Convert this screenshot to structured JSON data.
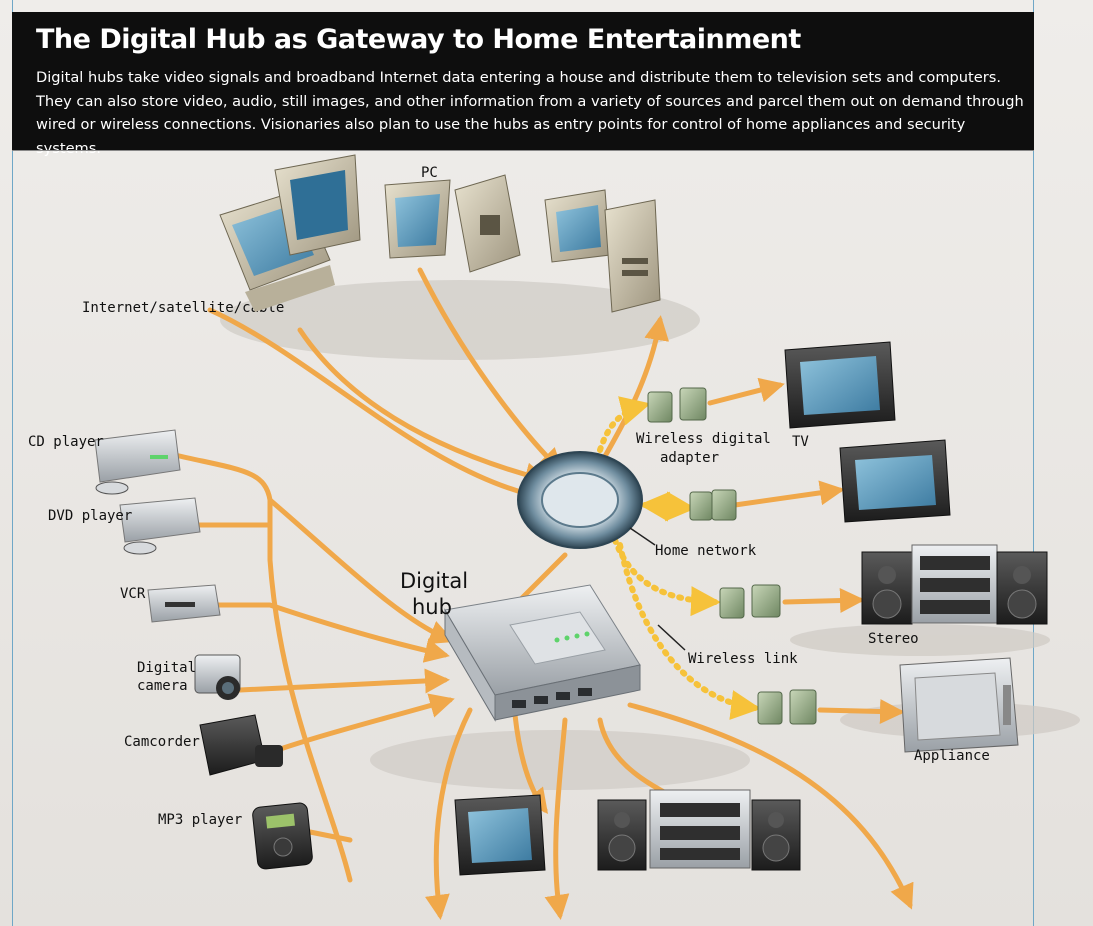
{
  "header": {
    "title": "The Digital Hub  as Gateway to Home Entertainment",
    "caption": "Digital hubs take video signals and broadband Internet data entering a house and distribute them to television sets and computers. They can also store video, audio, still images, and other information from a variety of sources and parcel them out on demand through wired or wireless connections. Visionaries also plan to use the hubs as entry points for control of home appliances and security systems."
  },
  "labels": {
    "pc": "PC",
    "internet": "Internet/satellite/cable",
    "cd_player": "CD player",
    "dvd_player": "DVD player",
    "vcr": "VCR",
    "digital_camera_1": "Digital",
    "digital_camera_2": "camera",
    "camcorder": "Camcorder",
    "mp3_player": "MP3 player",
    "hub_1": "Digital",
    "hub_2": "hub",
    "home_network": "Home network",
    "wireless_adapter_1": "Wireless digital",
    "wireless_adapter_2": "adapter",
    "tv": "TV",
    "stereo": "Stereo",
    "wireless_link": "Wireless link",
    "appliance": "Appliance"
  },
  "colors": {
    "wire": "#f0a84a",
    "wireless": "#f6c23a",
    "header_bg": "#0e0e0e",
    "screen": "#4e8fb3",
    "device_silver": "#c9ccd0",
    "adapter_green": "#9bb08c"
  }
}
